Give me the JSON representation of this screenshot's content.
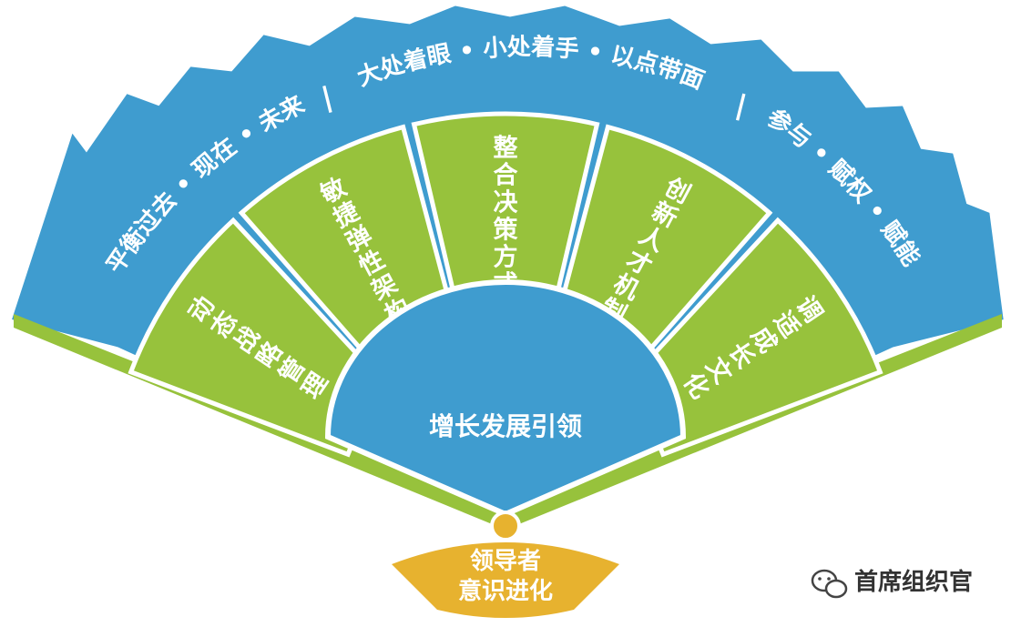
{
  "colors": {
    "blue": "#3f9ccf",
    "green": "#97c23c",
    "gold": "#e7b22f",
    "white": "#ffffff"
  },
  "outer_arc": {
    "left": "平衡过去 • 现在 • 未来",
    "middle": "大处着眼 • 小处着手 • 以点带面",
    "right": "参与 • 赋权 • 赋能",
    "separator": "|"
  },
  "segments": [
    {
      "label": "动态战略管理"
    },
    {
      "label": "敏捷弹性架构"
    },
    {
      "label": "整合决策方式"
    },
    {
      "label": "创新人才机制"
    },
    {
      "label": "调适成长文化"
    }
  ],
  "hub": {
    "label": "增长发展引领"
  },
  "base": {
    "line1": "领导者",
    "line2": "意识进化"
  },
  "watermark": {
    "icon": "wechat-icon",
    "text": "首席组织官"
  }
}
